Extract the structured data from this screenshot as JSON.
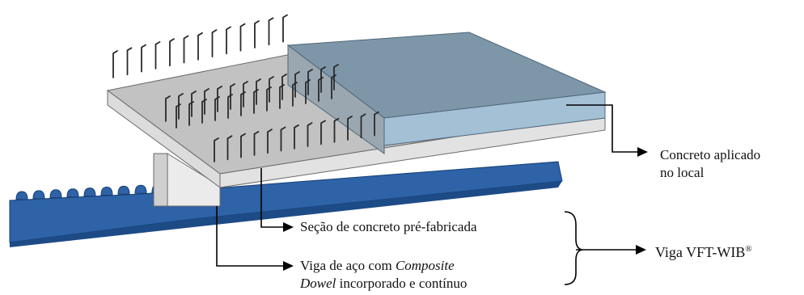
{
  "labels": {
    "concrete_insitu_line1": "Concreto aplicado",
    "concrete_insitu_line2": "no local",
    "precast_section": "Seção de concreto pré-fabricada",
    "steel_beam_line1_a": "Viga de aço com ",
    "steel_beam_line1_b": "Composite",
    "steel_beam_line2_a": "Dowel",
    "steel_beam_line2_b": " incorporado e contínuo",
    "beam_name": "Viga VFT-WIB",
    "beam_name_mark": "®"
  },
  "colors": {
    "insitu_slab_top": "#7d96a8",
    "insitu_slab_front": "#a3c0d5",
    "precast_top": "#c2c2c2",
    "precast_front": "#dcdcdc",
    "steel_blue": "#2e63a8",
    "steel_dark": "#1d4b86",
    "rebar": "#2a2a2a",
    "arrow": "#000000"
  }
}
